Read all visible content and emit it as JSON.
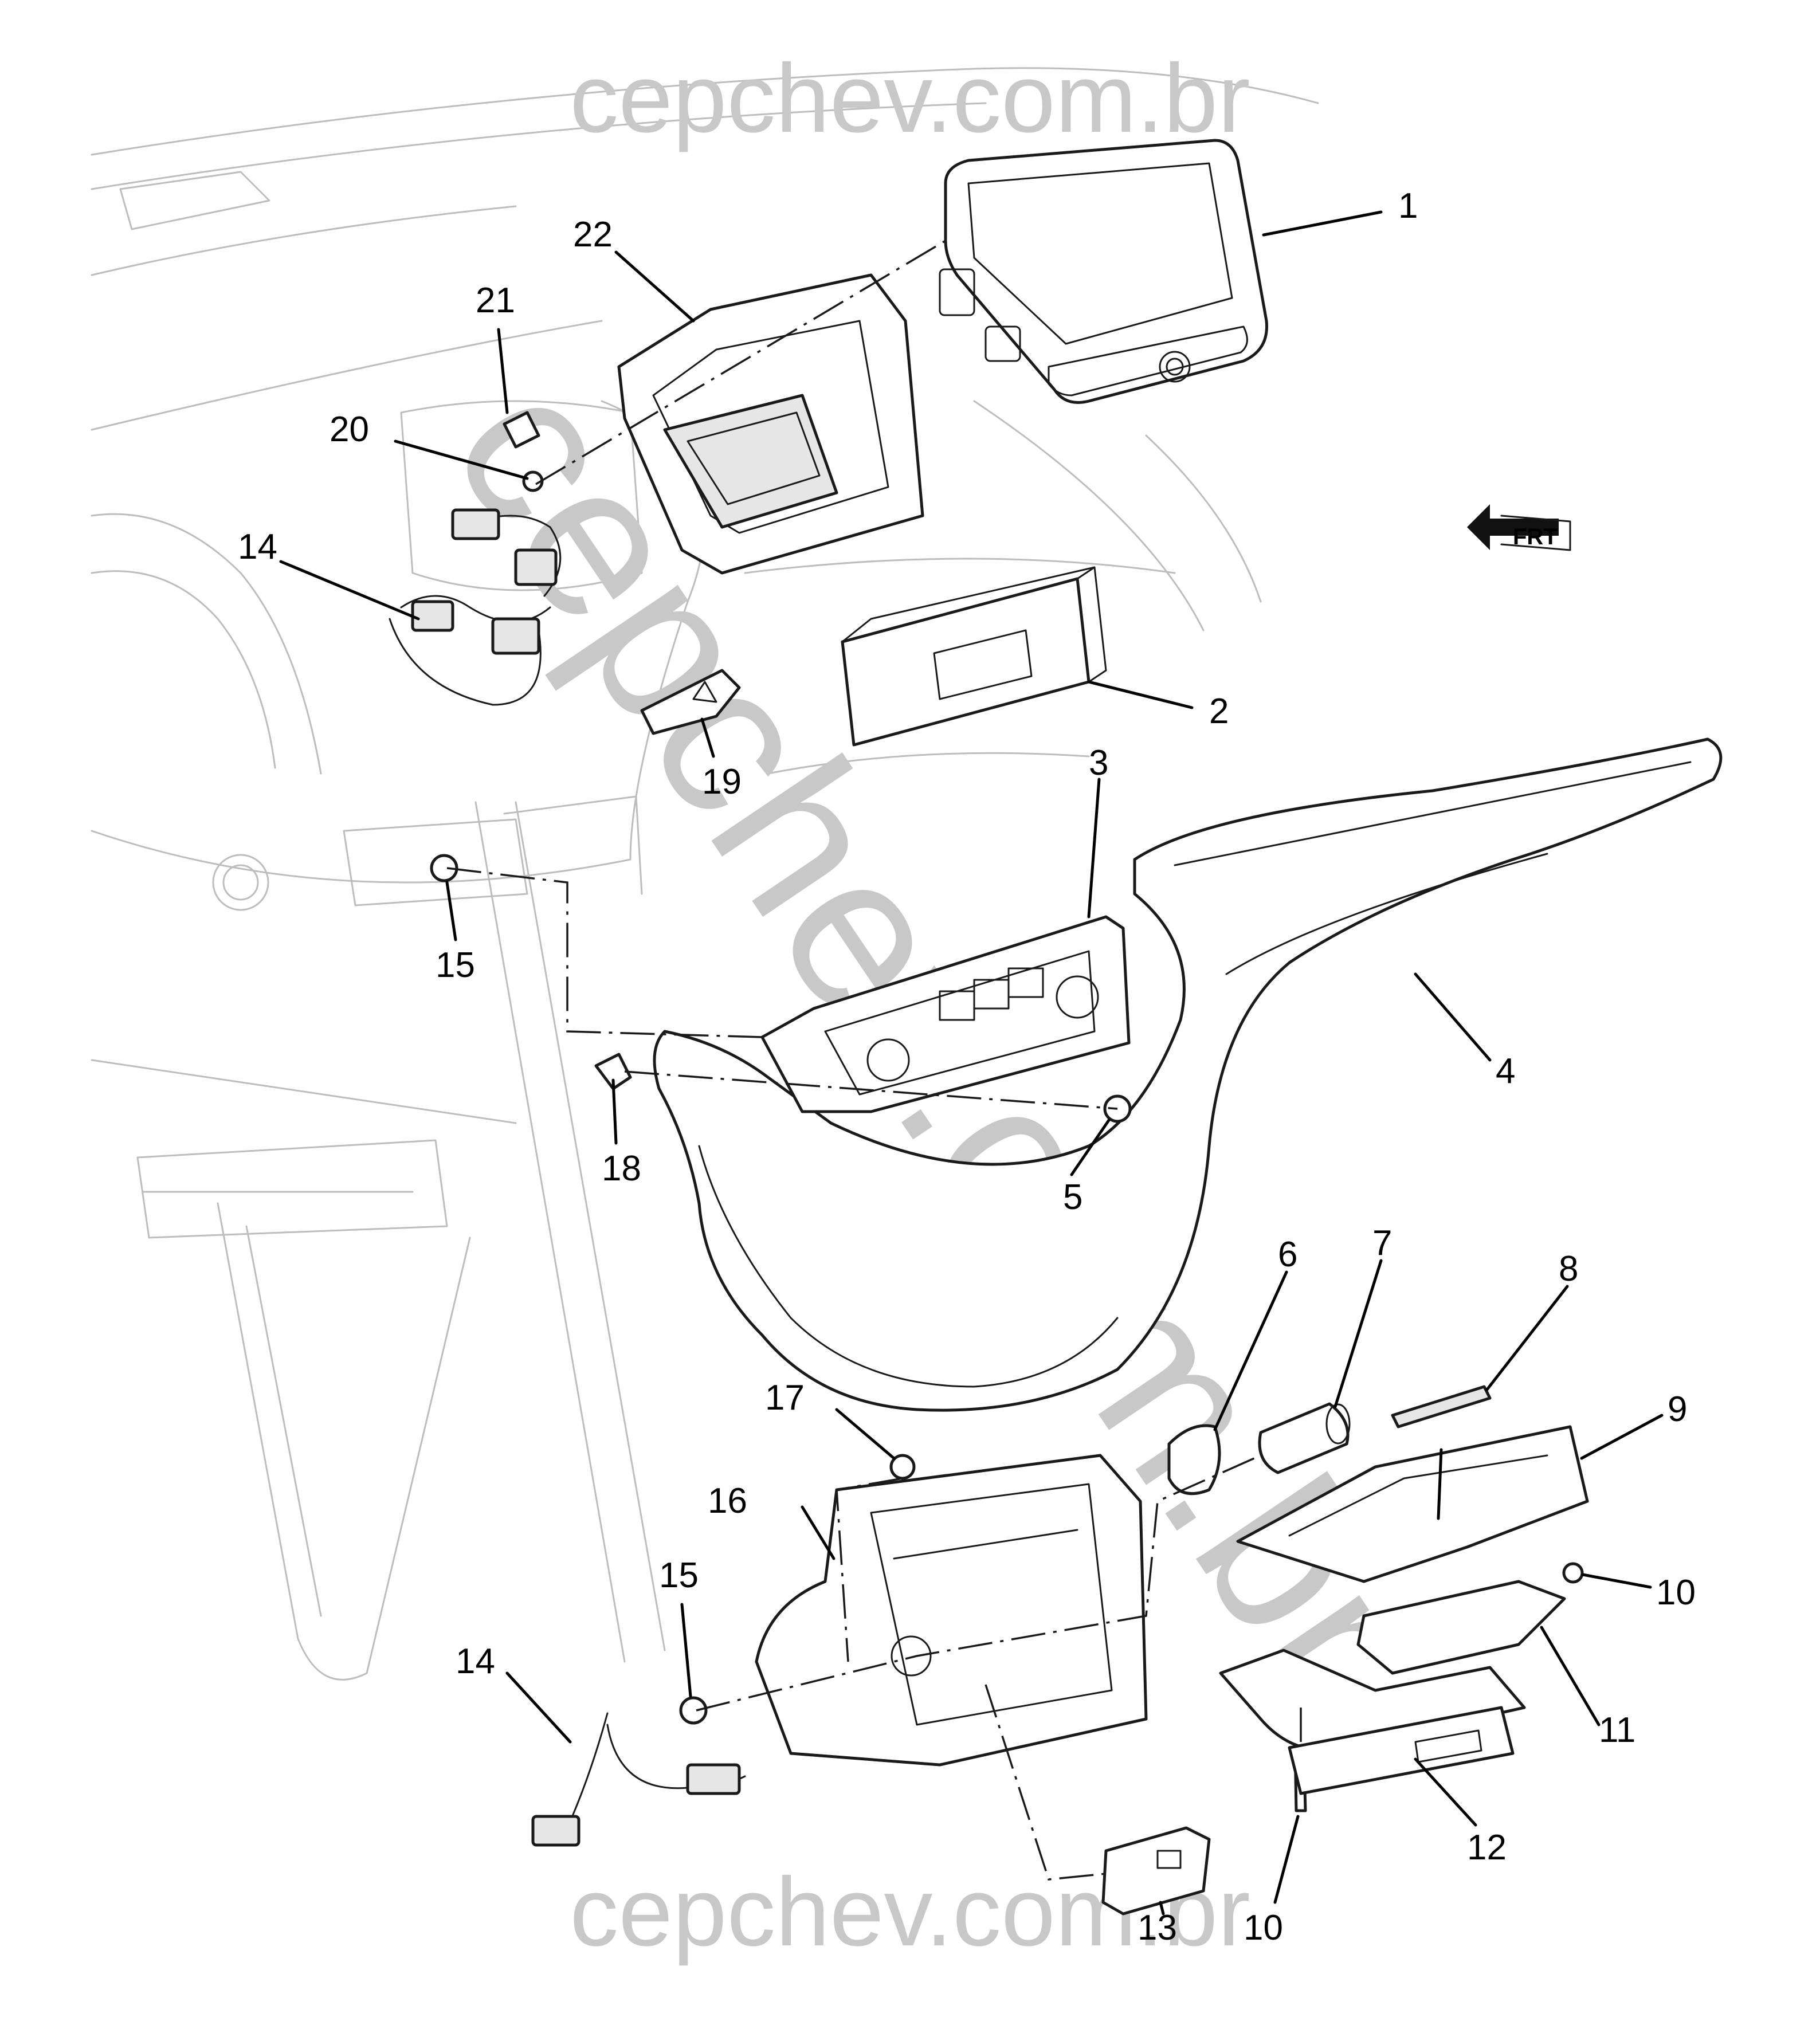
{
  "watermarks": {
    "top": "cepchev.com.br",
    "bottom": "cepchev.com.br",
    "diagonal": "cepchev.com.br"
  },
  "direction_indicator": {
    "label": "FRT"
  },
  "callouts": [
    "1",
    "2",
    "3",
    "4",
    "5",
    "6",
    "7",
    "8",
    "9",
    "10",
    "10",
    "11",
    "12",
    "13",
    "14",
    "14",
    "15",
    "15",
    "16",
    "17",
    "18",
    "19",
    "20",
    "21",
    "22"
  ]
}
